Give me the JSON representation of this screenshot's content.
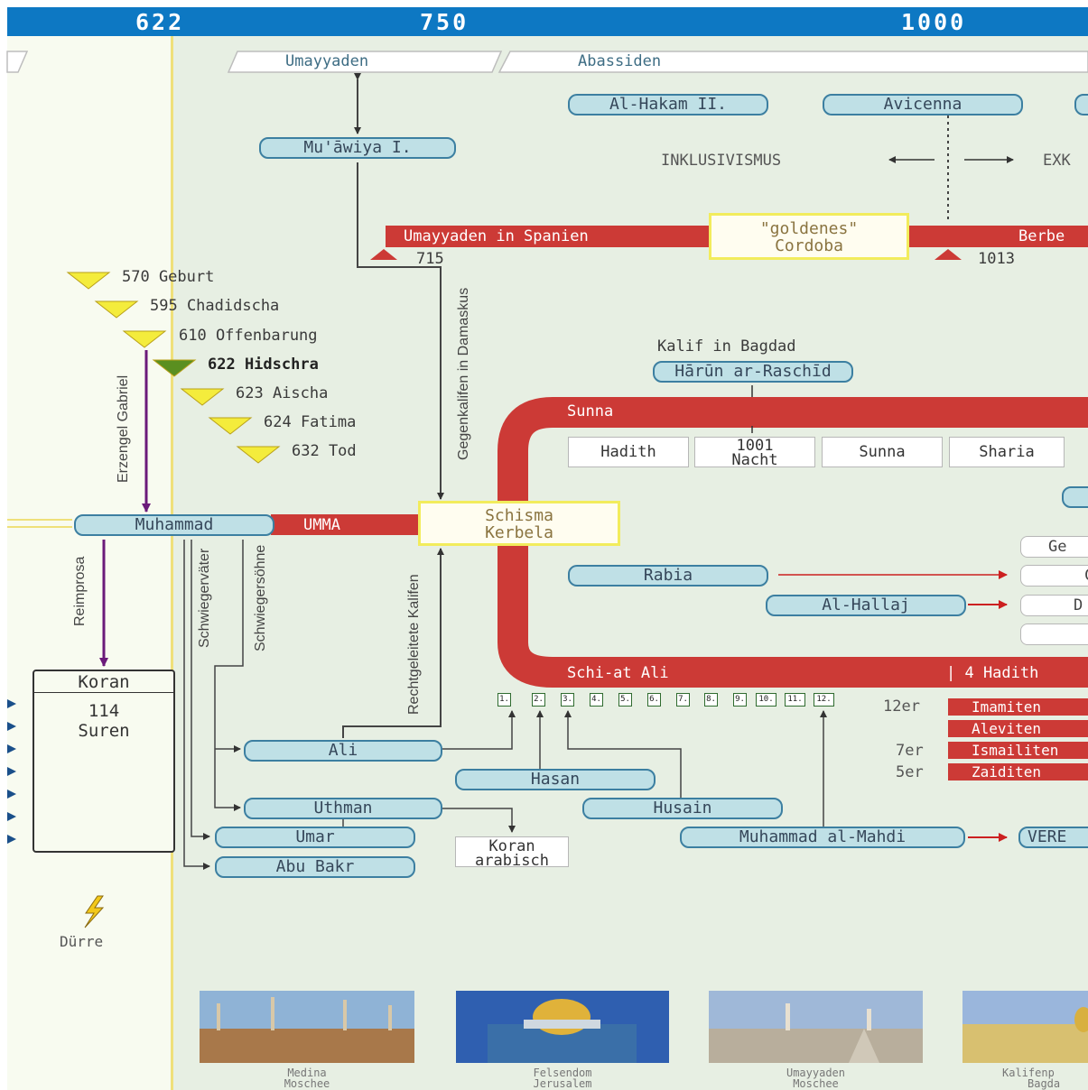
{
  "timeline": {
    "years": [
      "622",
      "750",
      "1000"
    ]
  },
  "dynasties": {
    "umayyad": "Umayyaden",
    "abbasid": "Abassiden"
  },
  "persons": {
    "al_hakam": "Al-Hakam II.",
    "avicenna": "Avicenna",
    "muawiya": "Mu'āwiya I.",
    "harun": "Hārūn ar-Raschīd",
    "muhammad": "Muhammad",
    "rabia": "Rabia",
    "al_hallaj": "Al-Hallaj",
    "ali": "Ali",
    "hasan": "Hasan",
    "uthman": "Uthman",
    "husain": "Husain",
    "umar": "Umar",
    "abu_bakr": "Abu Bakr",
    "mahdi": "Muhammad al-Mahdi",
    "vere": "VERE"
  },
  "labels": {
    "inklusivismus": "INKLUSIVISMUS",
    "exk": "EXK",
    "umayyaden_spanien": "Umayyaden in Spanien",
    "goldenes_line1": "\"goldenes\"",
    "goldenes_line2": "Cordoba",
    "berbe": "Berbe",
    "year_715": "715",
    "year_1013": "1013",
    "kalif_bagdad": "Kalif in Bagdad",
    "sunna": "Sunna",
    "umma": "UMMA",
    "schisma_line1": "Schisma",
    "schisma_line2": "Kerbela",
    "schi_at_ali": "Schi-at Ali",
    "hadith_4": "| 4 Hadith",
    "gegenkalifen": "Gegenkalifen in Damaskus",
    "erzengel": "Erzengel Gabriel",
    "reimprosa": "Reimprosa",
    "schwiegervaeter": "Schwiegerväter",
    "schwiegersoehne": "Schwiegersöhne",
    "rechtgeleitete": "Rechtgeleitete Kalifen",
    "koran_title": "Koran",
    "koran_count": "114",
    "koran_suren": "Suren",
    "koran_arabisch_line1": "Koran",
    "koran_arabisch_line2": "arabisch",
    "duerre": "Dürre",
    "ge": "Ge",
    "d": "D",
    "c": "C"
  },
  "sunna_sources": [
    {
      "line1": "Hadith",
      "line2": ""
    },
    {
      "line1": "1001",
      "line2": "Nacht"
    },
    {
      "line1": "Sunna",
      "line2": ""
    },
    {
      "line1": "Sharia",
      "line2": ""
    }
  ],
  "life_events": [
    {
      "text": "570 Geburt",
      "highlight": false
    },
    {
      "text": "595 Chadidscha",
      "highlight": false
    },
    {
      "text": "610 Offenbarung",
      "highlight": false
    },
    {
      "text": "622 Hidschra",
      "highlight": true
    },
    {
      "text": "623 Aischa",
      "highlight": false
    },
    {
      "text": "624 Fatima",
      "highlight": false
    },
    {
      "text": "632 Tod",
      "highlight": false
    }
  ],
  "imam_numbers": [
    "1.",
    "2.",
    "3.",
    "4.",
    "5.",
    "6.",
    "7.",
    "8.",
    "9.",
    "10.",
    "11.",
    "12."
  ],
  "shia_branches": [
    {
      "count": "12er",
      "name": "Imamiten"
    },
    {
      "count": "",
      "name": "Aleviten"
    },
    {
      "count": "7er",
      "name": "Ismailiten"
    },
    {
      "count": "5er",
      "name": "Zaiditen"
    }
  ],
  "photos": [
    {
      "icon": "medina-mosque-photo",
      "line1": "Medina",
      "line2": "Moschee"
    },
    {
      "icon": "dome-of-the-rock-photo",
      "line1": "Felsendom",
      "line2": "Jerusalem"
    },
    {
      "icon": "umayyad-mosque-photo",
      "line1": "Umayyaden",
      "line2": "Moschee"
    },
    {
      "icon": "caliph-palace-photo",
      "line1": "Kalifenp",
      "line2": "Bagda"
    }
  ],
  "colors": {
    "timeline_bar": "#0d78c3",
    "red_band": "#cc3a36",
    "box_fill": "#bfe0e6",
    "box_border": "#3c7fa1",
    "arrow_purple": "#6b1a7a"
  }
}
